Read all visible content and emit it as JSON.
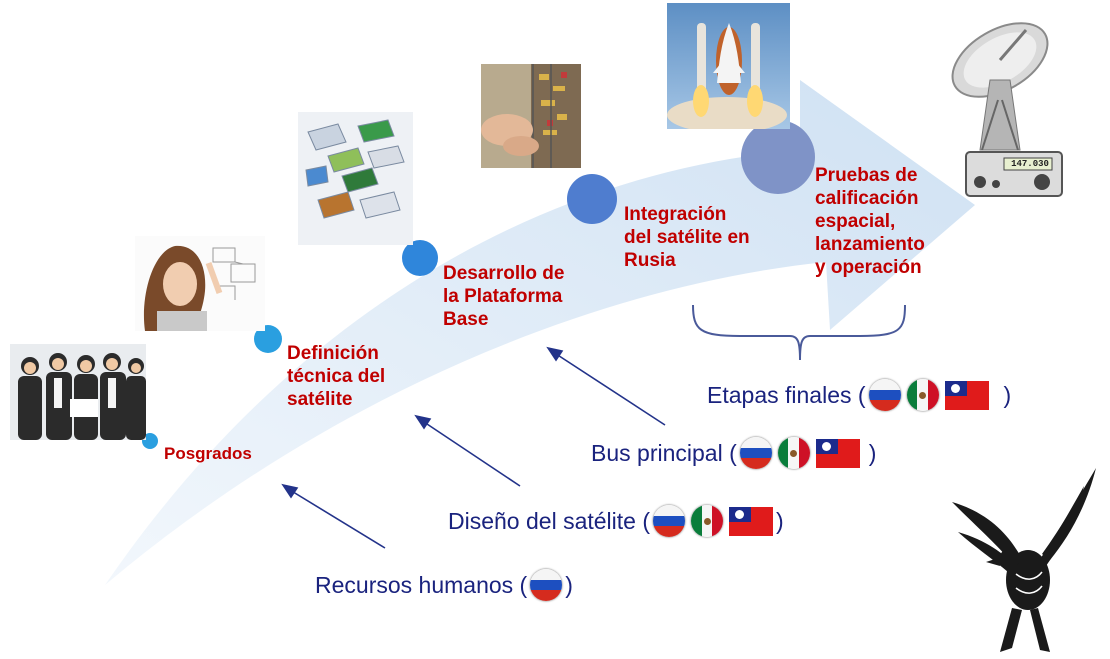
{
  "colors": {
    "stage_text": "#c00000",
    "contrib_text": "#1a237e",
    "arrow": "#dbe9f7",
    "dot_small": "#2a9fe0",
    "dot_large": "#7f93c7"
  },
  "stages": {
    "posgrados": "Posgrados",
    "definicion": [
      "Definición",
      "técnica del",
      "satélite"
    ],
    "desarrollo": [
      "Desarrollo de",
      "la Plataforma",
      "Base"
    ],
    "integracion": [
      "Integración",
      "del satélite en",
      "Rusia"
    ],
    "pruebas": [
      "Pruebas de",
      "calificación",
      "espacial,",
      "lanzamiento",
      "y operación"
    ]
  },
  "contributions": {
    "recursos": {
      "label": "Recursos humanos (",
      "close": ")"
    },
    "diseno": {
      "label": "Diseño del satélite (",
      "close": ")"
    },
    "bus": {
      "label": "Bus principal (",
      "close": ")"
    },
    "etapas": {
      "label": "Etapas finales (",
      "close": ")"
    }
  },
  "images": {
    "group": "people-group-photo",
    "woman": "woman-writing-photo",
    "exploded": "satellite-exploded-view",
    "electronics": "electronics-assembly-photo",
    "shuttle": "space-shuttle-launch",
    "antenna": "ground-station-antenna",
    "bird": "eagle-logo"
  },
  "radio_display": "147.030"
}
